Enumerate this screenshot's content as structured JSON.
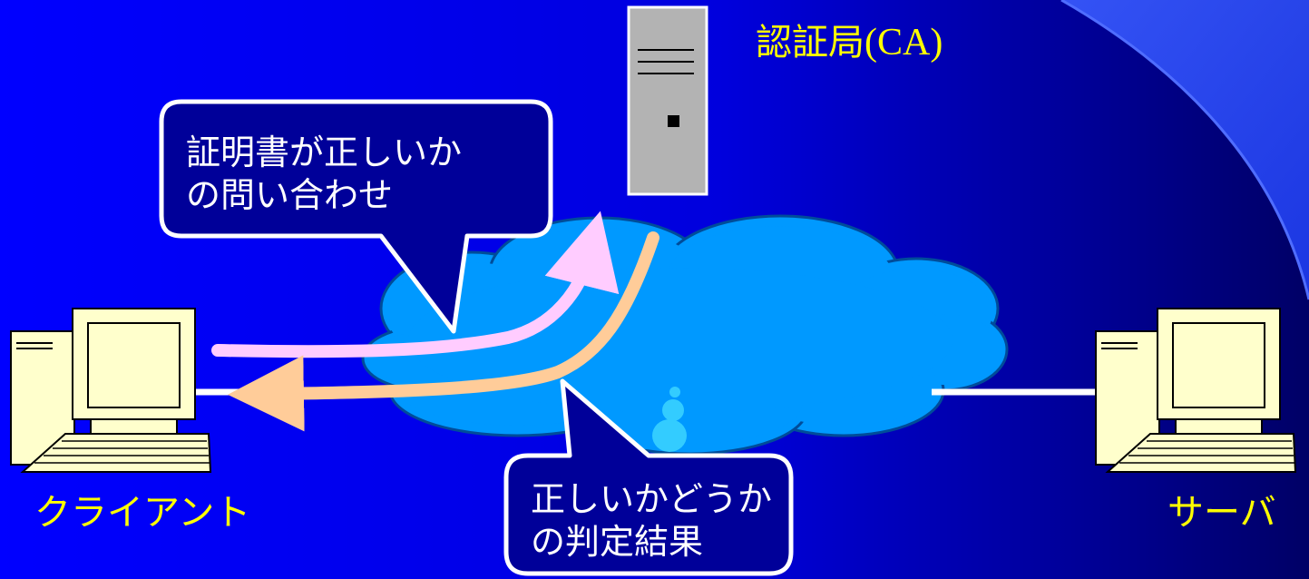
{
  "labels": {
    "ca_name": "認証局",
    "ca_abbr": "(CA)",
    "client": "クライアント",
    "server": "サーバ"
  },
  "callouts": {
    "query": {
      "line1": "証明書が正しいか",
      "line2": "の問い合わせ"
    },
    "result": {
      "line1": "正しいかどうか",
      "line2": "の判定結果"
    }
  },
  "colors": {
    "background": "#0000ff",
    "label_text": "#ffff00",
    "callout_fill": "#000099",
    "query_arrow": "#ffccff",
    "result_arrow": "#ffcc99",
    "cloud": "#0099ff",
    "computer": "#ffffcc",
    "server_box": "#b3b3b3"
  },
  "icons": [
    "ca-server-icon",
    "client-computer-icon",
    "server-computer-icon",
    "network-cloud-icon",
    "person-icon"
  ]
}
